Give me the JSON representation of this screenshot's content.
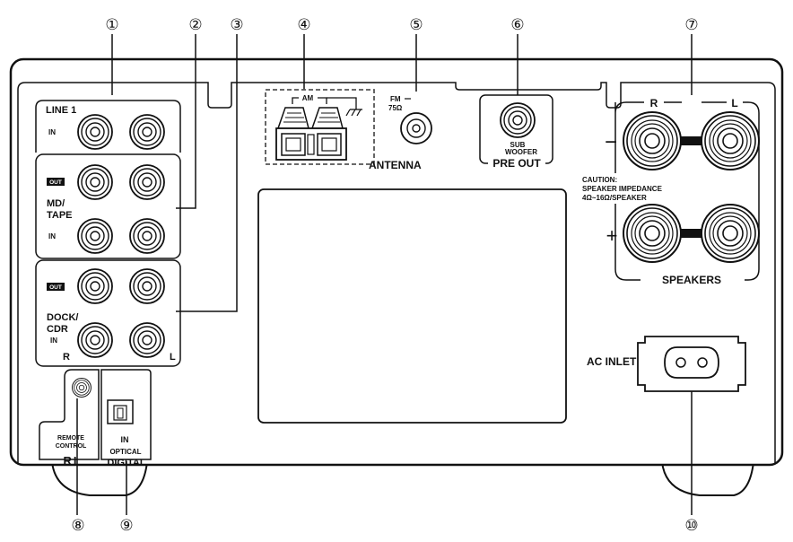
{
  "callouts": {
    "c1": "①",
    "c2": "②",
    "c3": "③",
    "c4": "④",
    "c5": "⑤",
    "c6": "⑥",
    "c7": "⑦",
    "c8": "⑧",
    "c9": "⑨",
    "c10": "⑩"
  },
  "line1": {
    "title": "LINE 1",
    "in": "IN"
  },
  "md_tape": {
    "out": "OUT",
    "title1": "MD/",
    "title2": "TAPE",
    "in": "IN"
  },
  "dock_cdr": {
    "out": "OUT",
    "title1": "DOCK/",
    "title2": "CDR",
    "in": "IN",
    "r": "R",
    "l": "L"
  },
  "remote": {
    "line1": "REMOTE",
    "line2": "CONTROL",
    "logo": "RI"
  },
  "digital": {
    "in": "IN",
    "optical": "OPTICAL",
    "digital": "DIGITAL"
  },
  "antenna": {
    "am": "AM",
    "fm": "FM",
    "fm_ohm": "75Ω",
    "label": "ANTENNA"
  },
  "preout": {
    "sub": "SUB",
    "woofer": "WOOFER",
    "label": "PRE OUT"
  },
  "speakers": {
    "r": "R",
    "l": "L",
    "minus": "−",
    "plus": "+",
    "caution1": "CAUTION:",
    "caution2": "SPEAKER IMPEDANCE",
    "caution3": "4Ω~16Ω/SPEAKER",
    "label": "SPEAKERS"
  },
  "ac": {
    "label": "AC INLET"
  }
}
